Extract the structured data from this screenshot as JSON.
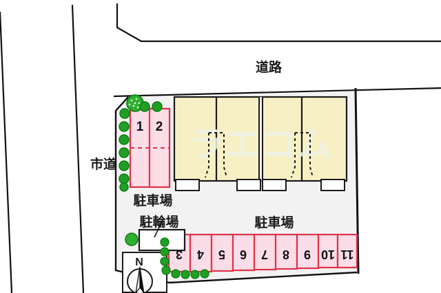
{
  "figure": {
    "type": "site-plan",
    "title": "",
    "background_color": "#ffffff",
    "colors": {
      "lot_fill": "#f2f2f2",
      "building_fill": "#f6f0c4",
      "building_stroke": "#1a1a1a",
      "stall_fill": "#fbdde7",
      "stall_stroke": "#e0324a",
      "tree_fill": "#1fa024",
      "tree_stroke": "#0c7a12",
      "boundary_stroke": "#111111",
      "road_stroke": "#111111",
      "text": "#1a1a1a",
      "watermark": "#eef3e6"
    }
  },
  "labels": {
    "road_top": "道路",
    "road_left": "市道",
    "parking_upper": "駐車場",
    "parking_lower": "駐車場",
    "bicycle_parking": "駐輪場",
    "compass_north": "N"
  },
  "watermark": {
    "text": "ラエコム"
  },
  "parking": {
    "upper_block": {
      "name": "駐車場",
      "stalls": [
        {
          "number": "1"
        },
        {
          "number": "2"
        }
      ]
    },
    "lower_block": {
      "name": "駐車場",
      "stalls": [
        {
          "number": "3"
        },
        {
          "number": "4"
        },
        {
          "number": "5"
        },
        {
          "number": "6"
        },
        {
          "number": "7"
        },
        {
          "number": "8"
        },
        {
          "number": "9"
        },
        {
          "number": "10"
        },
        {
          "number": "11"
        }
      ]
    }
  },
  "building": {
    "units": 4,
    "entrances": 5
  }
}
